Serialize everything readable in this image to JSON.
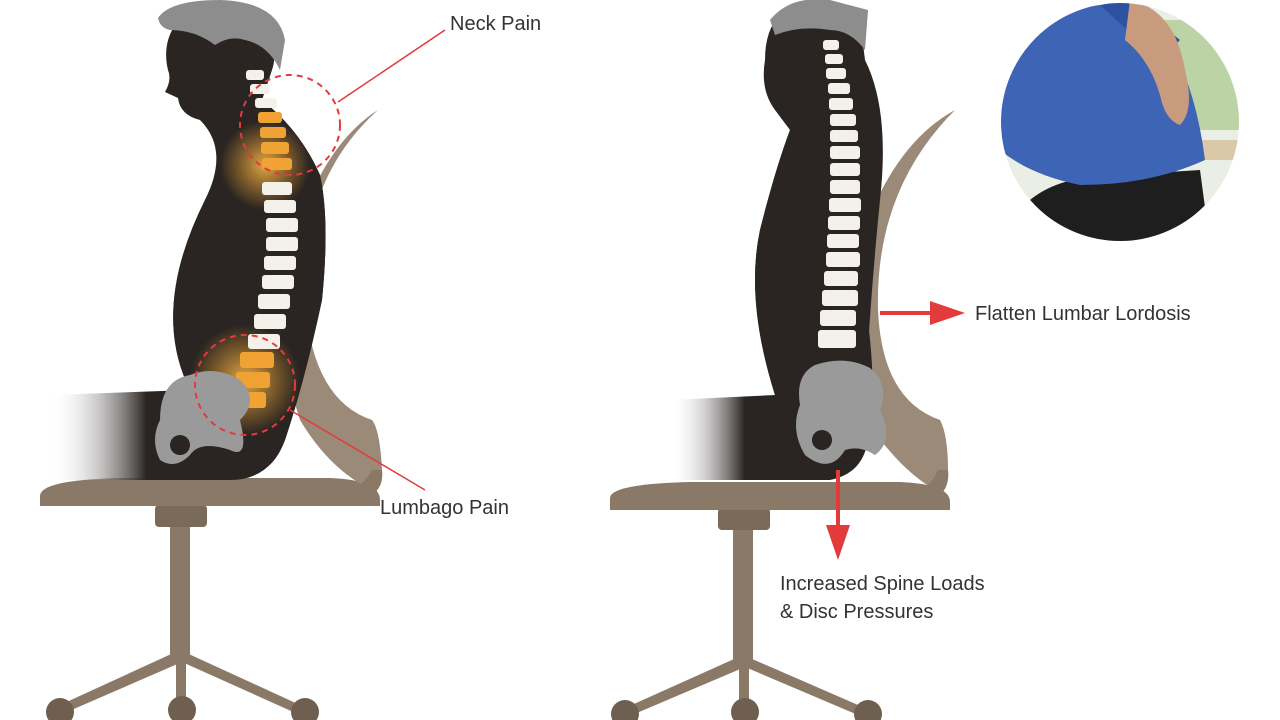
{
  "labels": {
    "neck_pain": "Neck Pain",
    "lumbago_pain": "Lumbago Pain",
    "flatten_lumbar": "Flatten Lumbar Lordosis",
    "spine_loads_line1": "Increased Spine Loads",
    "spine_loads_line2": "& Disc Pressures"
  },
  "colors": {
    "silhouette": "#2a2522",
    "hair": "#8d8d8d",
    "chair": "#8a7966",
    "chair_dark": "#6e5f50",
    "spine_bone": "#f4f1ea",
    "pain_highlight": "#f0a232",
    "pelvis": "#9a9a9a",
    "annotation_red": "#e23b3b",
    "label_text": "#333333",
    "inset_shirt": "#3d64b5"
  },
  "icons": {
    "neck_marker": "dashed-circle",
    "lumbar_marker": "dashed-circle",
    "force_arrows": "red-arrow"
  }
}
